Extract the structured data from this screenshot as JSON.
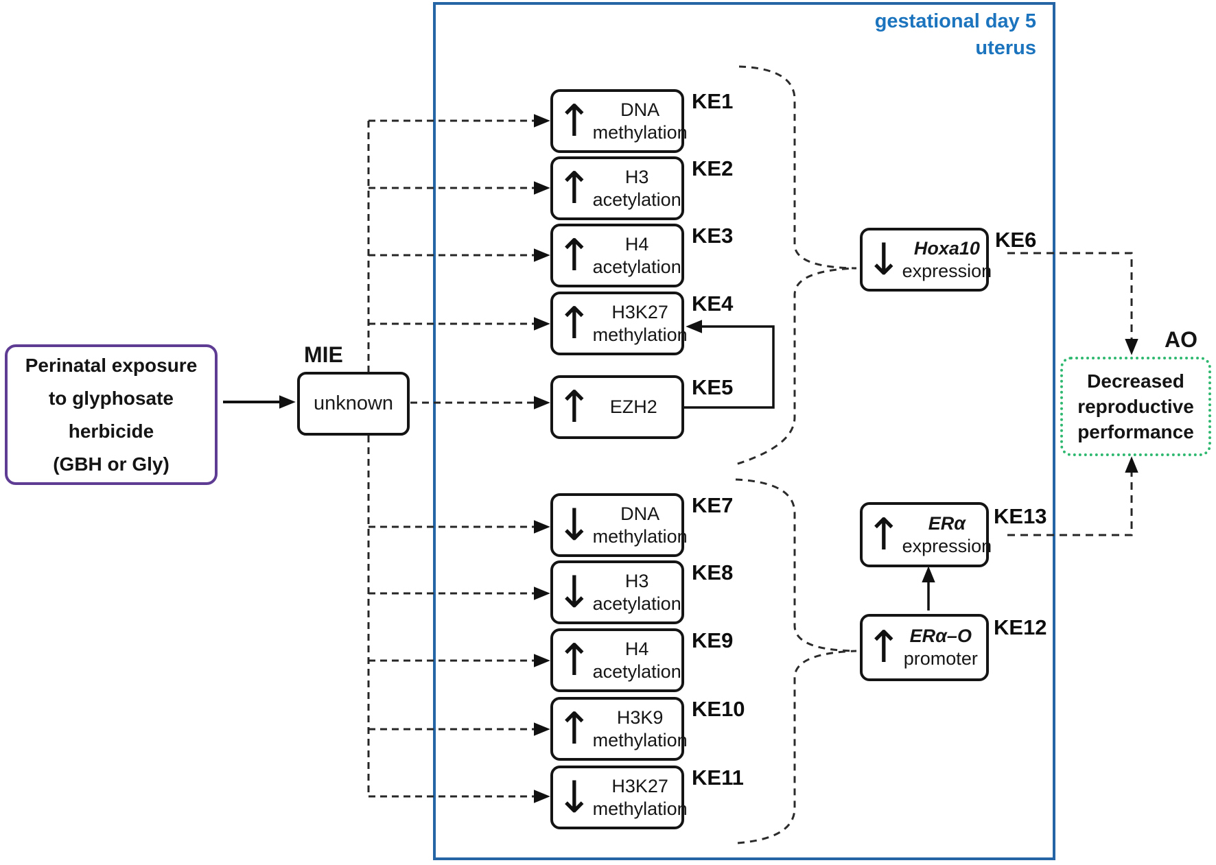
{
  "exposure": {
    "lines": [
      "Perinatal exposure",
      "to glyphosate",
      "herbicide",
      "(GBH or Gly)"
    ]
  },
  "mie": {
    "label": "MIE",
    "value": "unknown"
  },
  "context": {
    "line1": "gestational day 5",
    "line2": "uterus"
  },
  "ke_left": [
    {
      "id": "KE1",
      "arrow": "↑",
      "line1": "DNA",
      "line2": "methylation"
    },
    {
      "id": "KE2",
      "arrow": "↑",
      "line1": "H3",
      "line2": "acetylation"
    },
    {
      "id": "KE3",
      "arrow": "↑",
      "line1": "H4",
      "line2": "acetylation"
    },
    {
      "id": "KE4",
      "arrow": "↑",
      "line1": "H3K27",
      "line2": "methylation"
    },
    {
      "id": "KE5",
      "arrow": "↑",
      "line1": "EZH2",
      "line2": ""
    },
    {
      "id": "KE7",
      "arrow": "↓",
      "line1": "DNA",
      "line2": "methylation"
    },
    {
      "id": "KE8",
      "arrow": "↓",
      "line1": "H3",
      "line2": "acetylation"
    },
    {
      "id": "KE9",
      "arrow": "↑",
      "line1": "H4",
      "line2": "acetylation"
    },
    {
      "id": "KE10",
      "arrow": "↑",
      "line1": "H3K9",
      "line2": "methylation"
    },
    {
      "id": "KE11",
      "arrow": "↓",
      "line1": "H3K27",
      "line2": "methylation"
    }
  ],
  "ke_right": [
    {
      "id": "KE6",
      "arrow": "↓",
      "gene": "Hoxa10",
      "line2": "expression"
    },
    {
      "id": "KE13",
      "arrow": "↑",
      "gene": "ERα",
      "line2": "expression"
    },
    {
      "id": "KE12",
      "arrow": "↑",
      "gene": "ERα–O",
      "line2": "promoter"
    }
  ],
  "ao": {
    "label": "AO",
    "lines": [
      "Decreased",
      "reproductive",
      "performance"
    ]
  },
  "colors": {
    "blue_border": "#2565a5",
    "blue_text": "#1b74bd",
    "purple_border": "#5e3c94",
    "green_border": "#2eb870",
    "line": "#262626"
  }
}
